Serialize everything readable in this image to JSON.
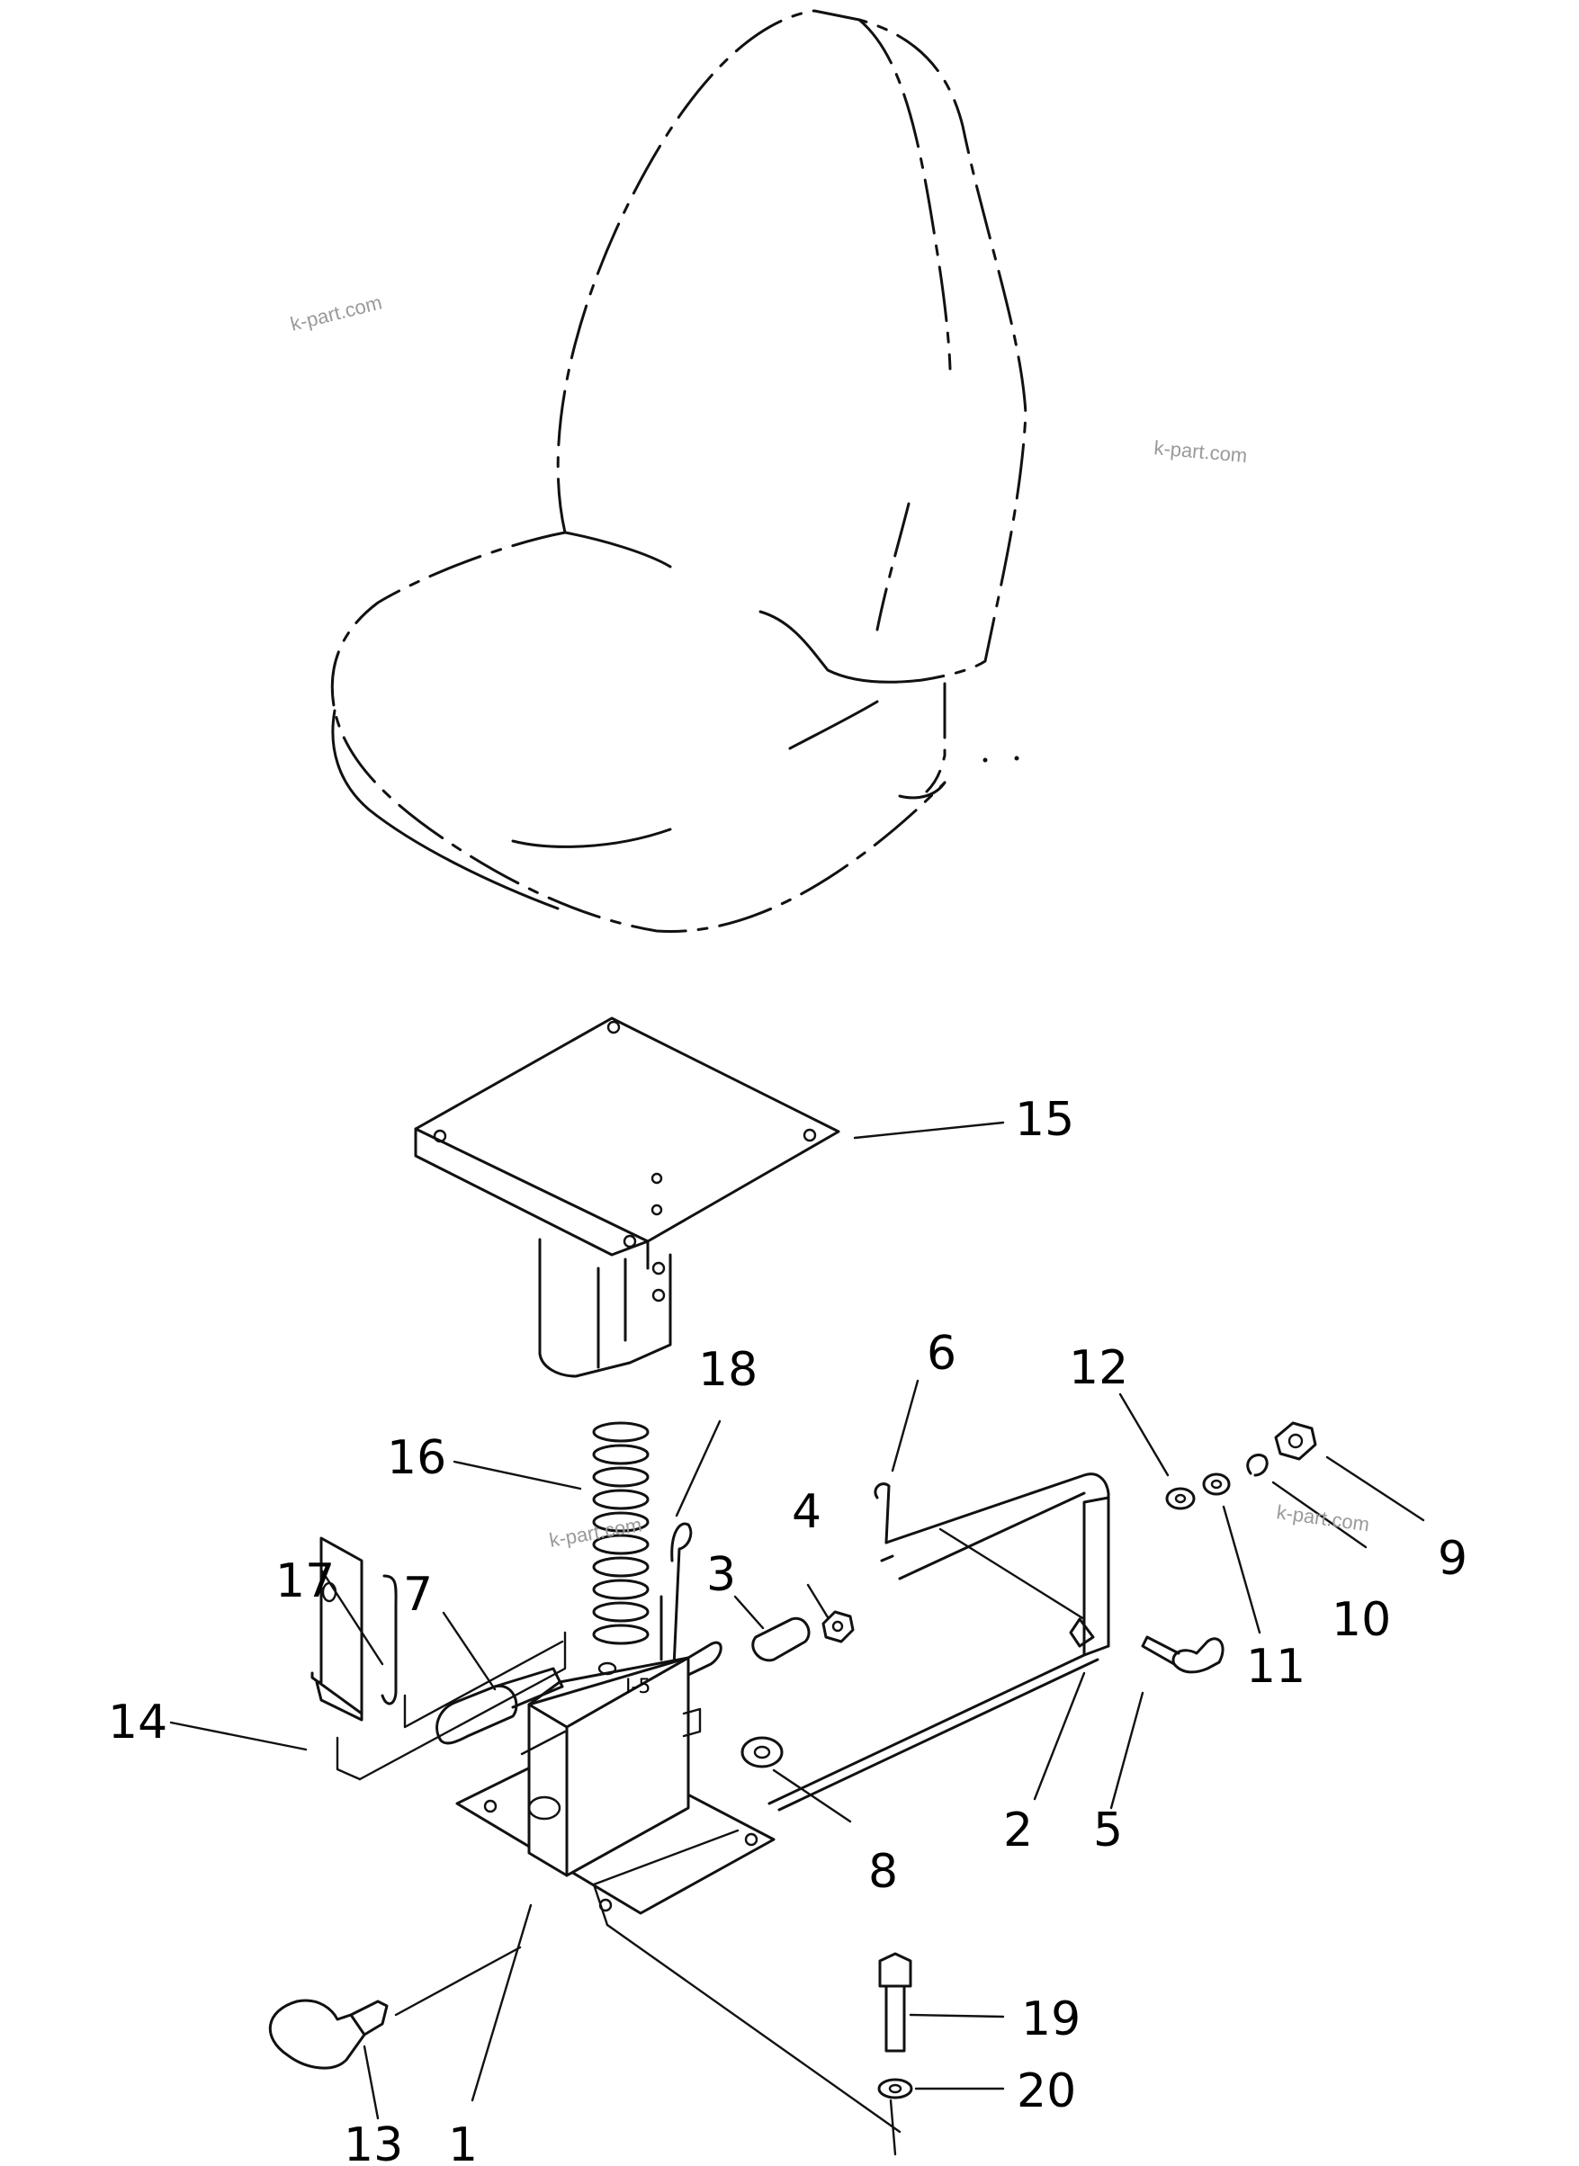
{
  "watermarks": [
    "k-part.com",
    "k-part.com",
    "k-part.com",
    "k-part.com"
  ],
  "callouts": {
    "c1": "1",
    "c2": "2",
    "c3": "3",
    "c4": "4",
    "c5": "5",
    "c6": "6",
    "c7": "7",
    "c8": "8",
    "c9": "9",
    "c10": "10",
    "c11": "11",
    "c12": "12",
    "c13": "13",
    "c14": "14",
    "c15": "15",
    "c16": "16",
    "c17": "17",
    "c18": "18",
    "c19": "19",
    "c20": "20"
  }
}
